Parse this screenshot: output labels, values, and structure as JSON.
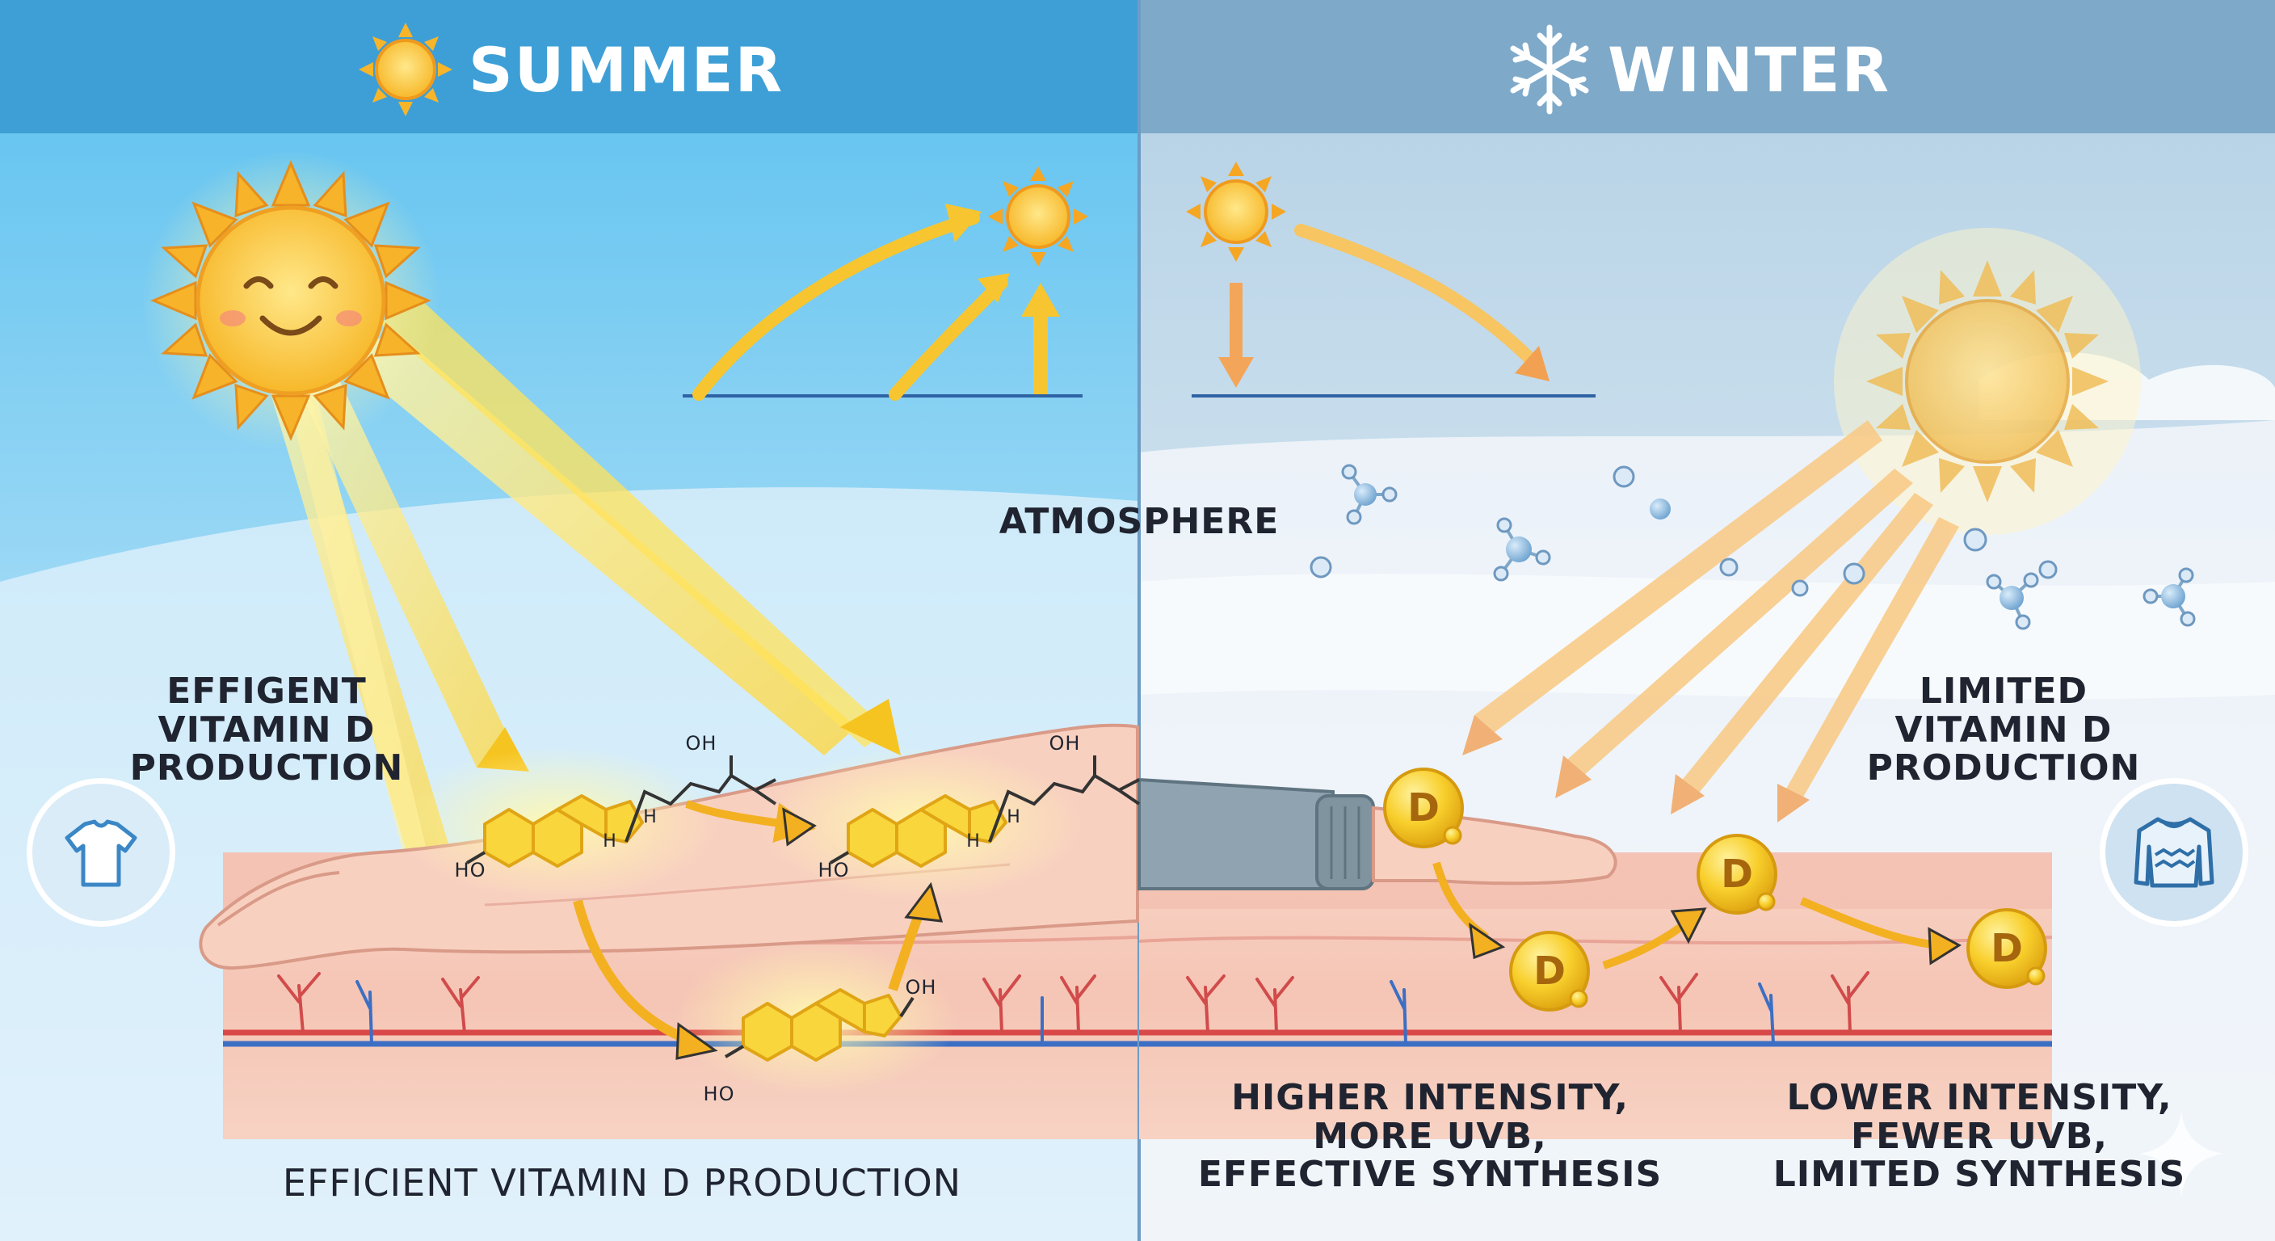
{
  "summer": {
    "title": "SUMMER",
    "side_label": "EFFIGENT\nVITAMIN D\nPRODUCTION",
    "bottom_label": "EFFICIENT VITAMIN D PRODUCTION",
    "icons": [
      "sun-icon",
      "tshirt-icon"
    ],
    "molecule_labels": {
      "hydroxyl": "HO",
      "oh": "OH",
      "h": "H"
    }
  },
  "winter": {
    "title": "WINTER",
    "side_label": "LIMITED\nVITAMIN D\nPRODUCTION",
    "icons": [
      "snowflake-icon",
      "sweater-icon"
    ],
    "vitamin_badge": "D"
  },
  "center_label": "ATMOSPHERE",
  "comparison": {
    "higher": "HIGHER INTENSITY,\nMORE UVB,\nEFFECTIVE SYNTHESIS",
    "lower": "LOWER INTENSITY,\nFEWER UVB,\nLIMITED SYNTHESIS"
  },
  "colors": {
    "summer_header": "#3e9fd6",
    "winter_header": "#7ea9c9",
    "sun": "#f9c93a",
    "ray": "#ffd93f",
    "skin": "#f4c9b8",
    "artery": "#d94848",
    "vein": "#3c6fc4",
    "molecule": "#f6c928"
  }
}
